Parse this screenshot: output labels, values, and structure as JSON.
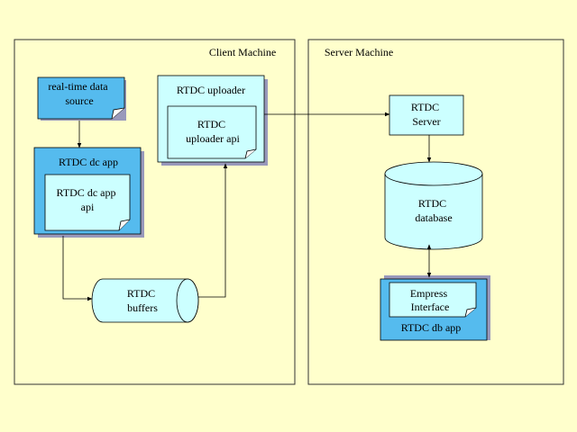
{
  "regions": {
    "client": "Client Machine",
    "server": "Server Machine"
  },
  "nodes": {
    "data_source": [
      "real-time data",
      "source"
    ],
    "dc_app": "RTDC dc app",
    "dc_app_api": [
      "RTDC dc app",
      "api"
    ],
    "buffers": [
      "RTDC",
      "buffers"
    ],
    "uploader": "RTDC uploader",
    "uploader_api": [
      "RTDC",
      "uploader api"
    ],
    "server": [
      "RTDC",
      "Server"
    ],
    "database": [
      "RTDC",
      "database"
    ],
    "empress": [
      "Empress",
      "Interface"
    ],
    "db_app": "RTDC db app"
  },
  "colors": {
    "background": "#ffffcc",
    "dark_box": "#55bbee",
    "light_box": "#ccffff",
    "shadow": "#9999bb",
    "line": "#000000"
  }
}
